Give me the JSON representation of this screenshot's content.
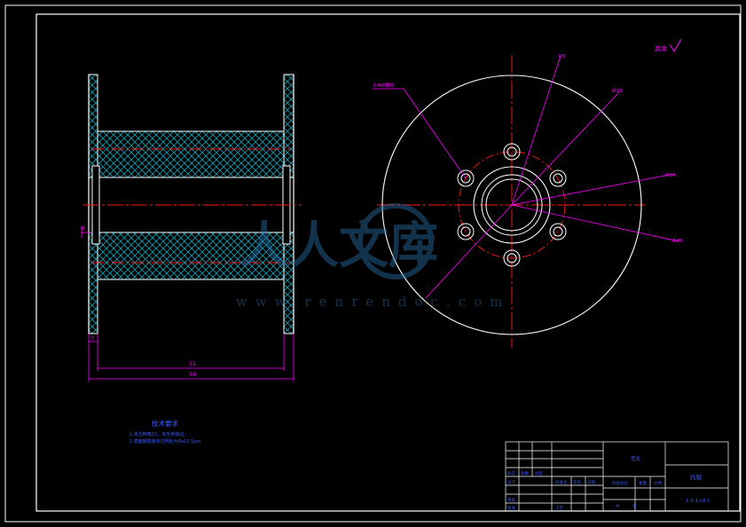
{
  "sheet": {
    "background": "#000000",
    "line_color": "#ffffff",
    "center_line_color": "#ff1a1a",
    "dimension_color": "#ff00ff",
    "text_color": "#3b5bff",
    "hatch_color": "#00bcd4"
  },
  "roughness": {
    "label": "其余"
  },
  "section_view": {
    "dims": {
      "inner_width": "51",
      "overall_width": "56",
      "flange_thickness": "5",
      "hole_note": "Ø"
    }
  },
  "front_view": {
    "callouts": {
      "thread": "2-M6螺纹",
      "d_a": "Ø5",
      "d_b": "Ø28",
      "d_c": "Ø14",
      "d_d": "Ø48"
    }
  },
  "notes": {
    "title": "技术要求",
    "lines": [
      "1.未注倒角C1，去毛刺锐边。",
      "2.表面粗糙度未注明处为Ra12.5μm"
    ]
  },
  "title_block": {
    "part_name": "托辊",
    "material": "尼龙",
    "drawing_no": "1-0.1+0.1",
    "cells": {
      "designer": "设计",
      "checker": "审核",
      "process": "工艺",
      "approve": "批准",
      "standard": "标准化",
      "date": "日期",
      "signature": "签名",
      "weight": "重量",
      "scale": "比例",
      "stage": "阶段标记",
      "sheet": "共",
      "page": "张",
      "mark": "标记",
      "count": "处数",
      "zone": "分区"
    }
  },
  "watermark": {
    "main": "人人文库",
    "url": "www.renrendoc.com"
  }
}
